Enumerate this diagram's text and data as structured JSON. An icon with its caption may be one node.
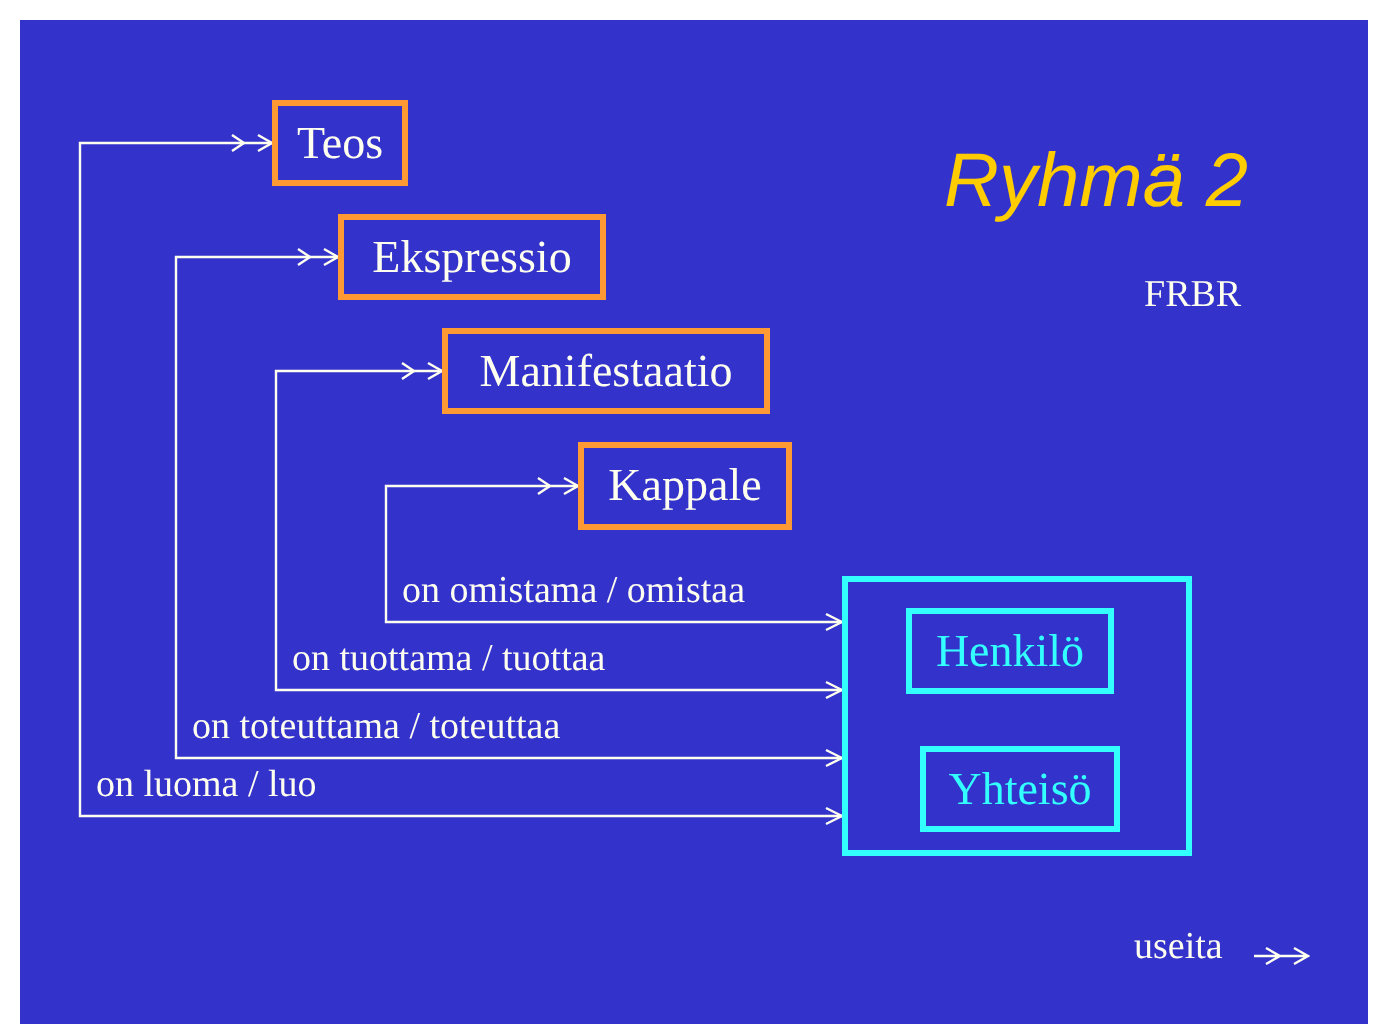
{
  "diagram": {
    "title": "Ryhmä 2",
    "nodes": [
      {
        "text": [
          "Teos"
        ]
      },
      {
        "text": [
          "Ekspressio"
        ]
      },
      {
        "text": [
          "Manifestaatio"
        ]
      },
      {
        "text": [
          "Kappale"
        ]
      },
      {
        "text": [],
        "shape": "box"
      },
      {
        "text": [
          "Henkilö"
        ],
        "in": 4
      },
      {
        "text": [
          "Yhteisö"
        ],
        "in": 4
      }
    ],
    "edges": [
      {
        "from": 4,
        "to": 3,
        "arrow": "both",
        "label": "on omistama / omistaa"
      },
      {
        "from": 4,
        "to": 2,
        "arrow": "both",
        "label": "on tuottama / tuottaa"
      },
      {
        "from": 4,
        "to": 1,
        "arrow": "both",
        "label": "on toteuttama / toteuttaa"
      },
      {
        "from": 4,
        "to": 0,
        "arrow": "both",
        "label": "on luoma / luo"
      }
    ],
    "labels": [
      "FRBR"
    ],
    "legend": [
      {
        "text": "useita"
      }
    ]
  }
}
